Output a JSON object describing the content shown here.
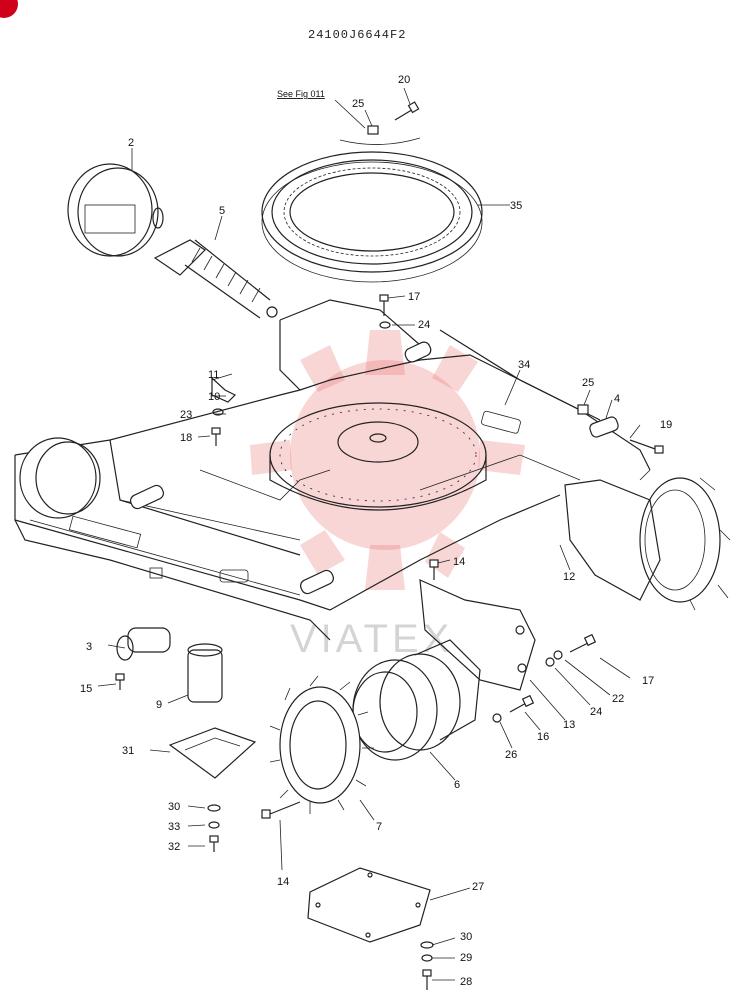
{
  "drawing_number": "24100J6644F2",
  "reference_note": "See Fig 011",
  "watermark_text": "VIATEX",
  "colors": {
    "watermark": "#e86a6a",
    "line": "#222222",
    "badge": "#d0021b"
  },
  "callouts": [
    {
      "id": "c2",
      "label": "2"
    },
    {
      "id": "c3",
      "label": "3"
    },
    {
      "id": "c4",
      "label": "4"
    },
    {
      "id": "c5",
      "label": "5"
    },
    {
      "id": "c6",
      "label": "6"
    },
    {
      "id": "c7",
      "label": "7"
    },
    {
      "id": "c9",
      "label": "9"
    },
    {
      "id": "c10",
      "label": "10"
    },
    {
      "id": "c11",
      "label": "11"
    },
    {
      "id": "c12",
      "label": "12"
    },
    {
      "id": "c13",
      "label": "13"
    },
    {
      "id": "c14a",
      "label": "14"
    },
    {
      "id": "c14b",
      "label": "14"
    },
    {
      "id": "c15",
      "label": "15"
    },
    {
      "id": "c16",
      "label": "16"
    },
    {
      "id": "c17a",
      "label": "17"
    },
    {
      "id": "c17b",
      "label": "17"
    },
    {
      "id": "c18",
      "label": "18"
    },
    {
      "id": "c19",
      "label": "19"
    },
    {
      "id": "c20",
      "label": "20"
    },
    {
      "id": "c22",
      "label": "22"
    },
    {
      "id": "c23",
      "label": "23"
    },
    {
      "id": "c24a",
      "label": "24"
    },
    {
      "id": "c24b",
      "label": "24"
    },
    {
      "id": "c25a",
      "label": "25"
    },
    {
      "id": "c25b",
      "label": "25"
    },
    {
      "id": "c26",
      "label": "26"
    },
    {
      "id": "c27",
      "label": "27"
    },
    {
      "id": "c28",
      "label": "28"
    },
    {
      "id": "c29",
      "label": "29"
    },
    {
      "id": "c30a",
      "label": "30"
    },
    {
      "id": "c30b",
      "label": "30"
    },
    {
      "id": "c31",
      "label": "31"
    },
    {
      "id": "c32",
      "label": "32"
    },
    {
      "id": "c33",
      "label": "33"
    },
    {
      "id": "c34",
      "label": "34"
    },
    {
      "id": "c35",
      "label": "35"
    }
  ]
}
